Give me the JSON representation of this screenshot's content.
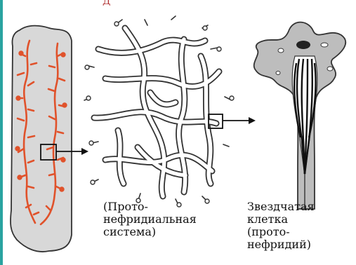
{
  "top_fragment": "Д",
  "captions": {
    "protonephridial_system": "(Прото-\nнефридиальная\nсистема)",
    "flame_cell": "Звездчатая\nклетка\n(прото-\nнефридий)"
  },
  "colors": {
    "rule": "#2aa3a0",
    "body_fill": "#d8d8d8",
    "tubules": "#e0522b",
    "outline": "#222222"
  }
}
